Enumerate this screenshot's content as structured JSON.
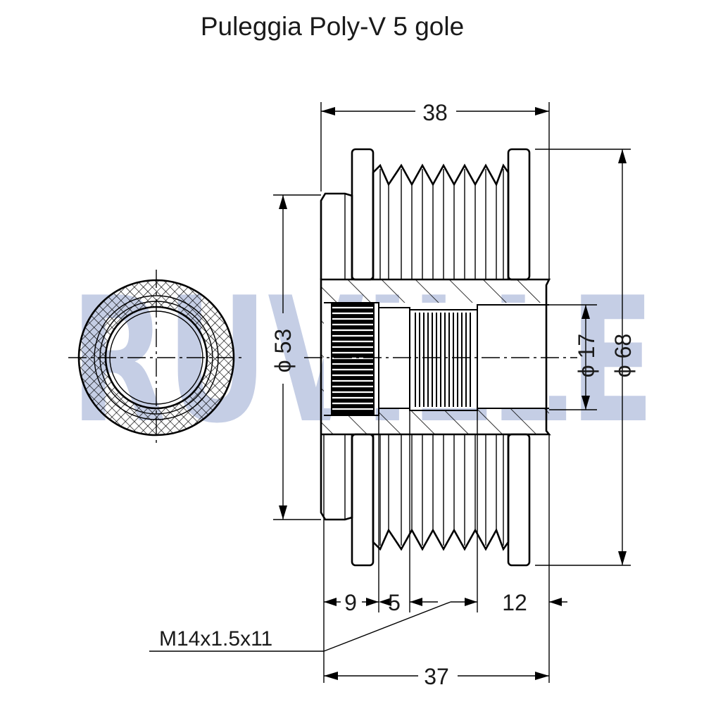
{
  "title": "Puleggia Poly-V 5 gole",
  "watermark": "RUVILLE",
  "dimensions": {
    "overall_length": "38",
    "hub_length": "37",
    "spline_depth": "9",
    "thread_gap": "5",
    "bore_depth": "12",
    "hub_diameter": "53",
    "bore_diameter": "17",
    "outer_diameter": "68",
    "diameter_symbol": "ϕ"
  },
  "thread_spec": "M14x1.5x11",
  "colors": {
    "line": "#000000",
    "watermark": "#2f4ea0"
  }
}
